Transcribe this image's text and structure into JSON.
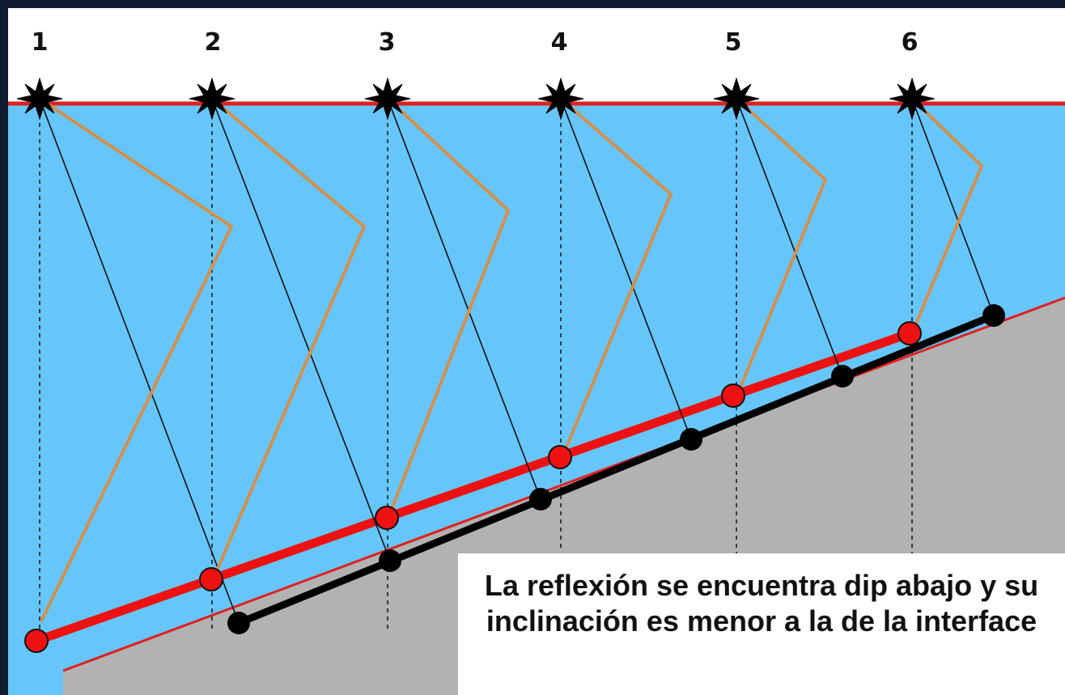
{
  "shots": [
    "1",
    "2",
    "3",
    "4",
    "5",
    "6"
  ],
  "caption": "La reflexión se encuentra dip abajo y su inclinación es menor a la de la interface",
  "colors": {
    "water": "#66c6fb",
    "rock": "#b2b2b2",
    "surface_line": "#e02020",
    "migrated_reflector": "#ee1111",
    "true_reflector": "#000000",
    "raypath": "#d4904c",
    "normal_ray": "#111111"
  }
}
